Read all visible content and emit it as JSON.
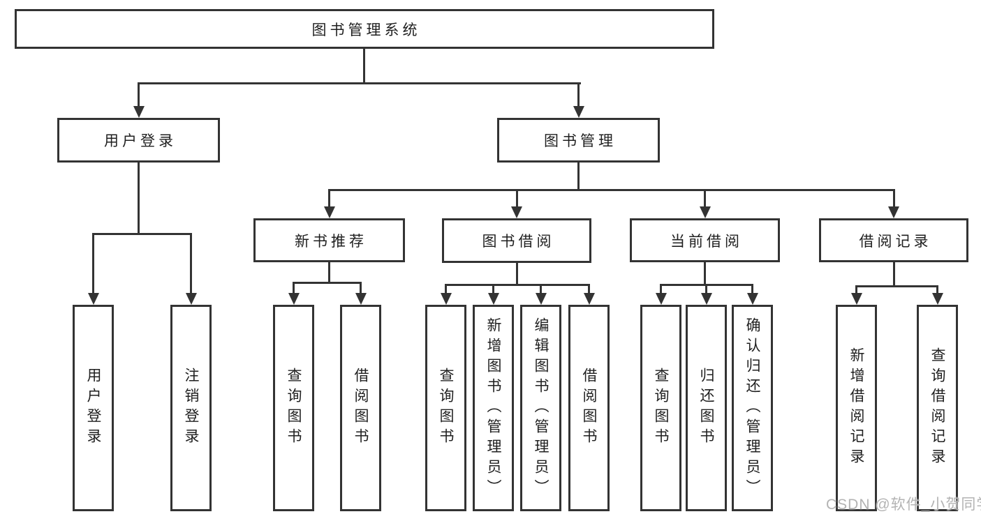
{
  "diagram": {
    "title": "图书管理系统",
    "level2": {
      "user_login": "用户登录",
      "book_manage": "图书管理"
    },
    "level3": {
      "new_book_recommend": "新书推荐",
      "book_borrow": "图书借阅",
      "current_borrow": "当前借阅",
      "borrow_record": "借阅记录"
    },
    "leaves": {
      "user_login": [
        "用户登录",
        "注销登录"
      ],
      "new_book_recommend": [
        "查询图书",
        "借阅图书"
      ],
      "book_borrow": [
        "查询图书",
        "新增图书（管理员）",
        "编辑图书（管理员）",
        "借阅图书"
      ],
      "current_borrow": [
        "查询图书",
        "归还图书",
        "确认归还（管理员）"
      ],
      "borrow_record": [
        "新增借阅记录",
        "查询借阅记录"
      ]
    },
    "colors": {
      "line": "#333333",
      "text": "#1f1f1f",
      "background": "#ffffff",
      "watermark": "#b3b3b3"
    }
  },
  "watermark": {
    "text": "CSDN @软件_小贺同学"
  }
}
